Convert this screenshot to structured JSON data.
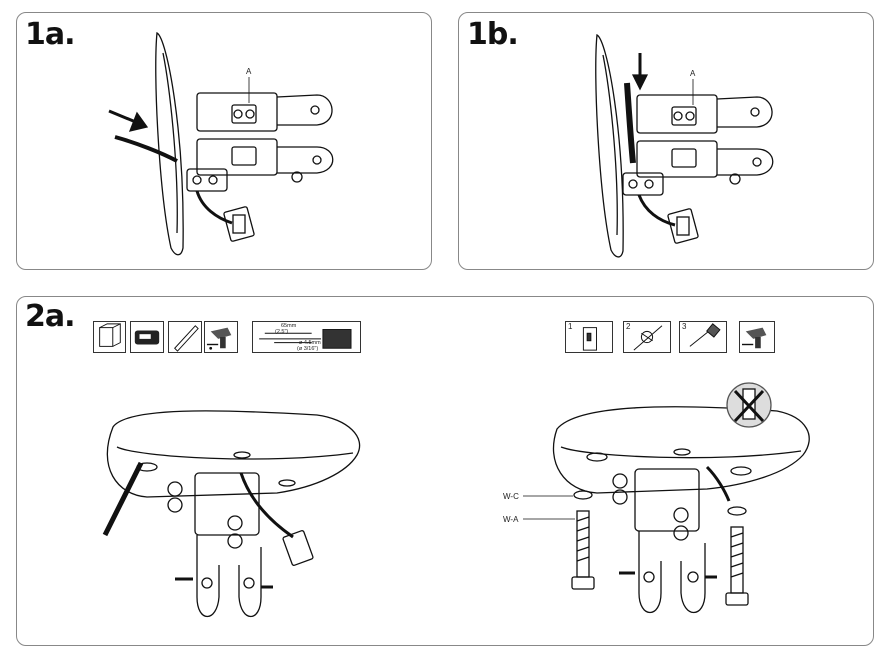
{
  "steps": {
    "s1a": "1a.",
    "s1b": "1b.",
    "s2a": "2a."
  },
  "labels": {
    "a1": "A",
    "a2": "A",
    "wc": "W-C",
    "wa": "W-A"
  },
  "tool_icons_left": [
    "wall-stud-icon",
    "stud-finder-icon",
    "pencil-icon",
    "drill-icon",
    "drill-depth-icon"
  ],
  "drill_measure": {
    "depth": "65mm",
    "sub": "(2.5\")",
    "bit": "ø 4.5mm",
    "bit_imperial": "(ø 3/16\")"
  },
  "tool_icons_right": [
    {
      "num": "1",
      "icon": "wall-panel-icon"
    },
    {
      "num": "2",
      "icon": "hole-marking-icon"
    },
    {
      "num": "3",
      "icon": "screwdriver-icon"
    },
    {
      "num": "",
      "icon": "drill-icon"
    }
  ],
  "no_anchor_icon": "crossed-anchor-icon",
  "colors": {
    "line": "#111111",
    "frame": "#888888"
  }
}
